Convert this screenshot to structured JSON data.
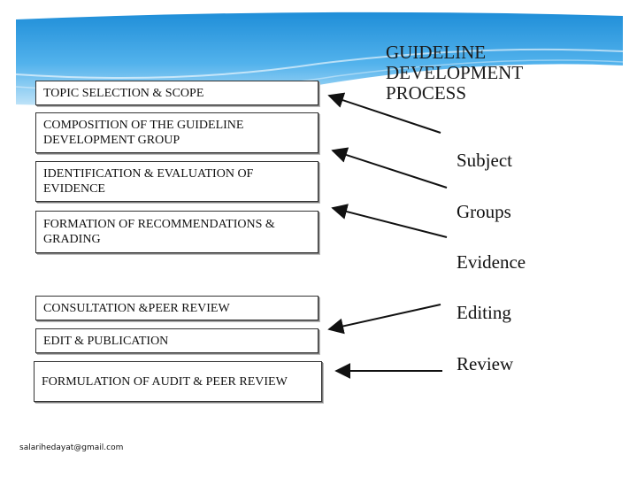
{
  "title_lines": [
    "GUIDELINE",
    "DEVELOPMENT",
    "PROCESS"
  ],
  "boxes": [
    "TOPIC SELECTION & SCOPE",
    "COMPOSITION OF THE GUIDELINE DEVELOPMENT GROUP",
    "IDENTIFICATION & EVALUATION OF EVIDENCE",
    "FORMATION OF RECOMMENDATIONS & GRADING",
    "CONSULTATION &PEER REVIEW",
    "EDIT & PUBLICATION",
    "FORMULATION OF AUDIT & PEER REVIEW"
  ],
  "labels": [
    "Subject",
    "Groups",
    "Evidence",
    "Editing",
    "Review"
  ],
  "email": "salarihedayat@gmail.com",
  "colors": {
    "banner": "#2d9be0",
    "banner_light": "#7cc6f2",
    "box_border": "#333333",
    "arrow": "#111111"
  }
}
